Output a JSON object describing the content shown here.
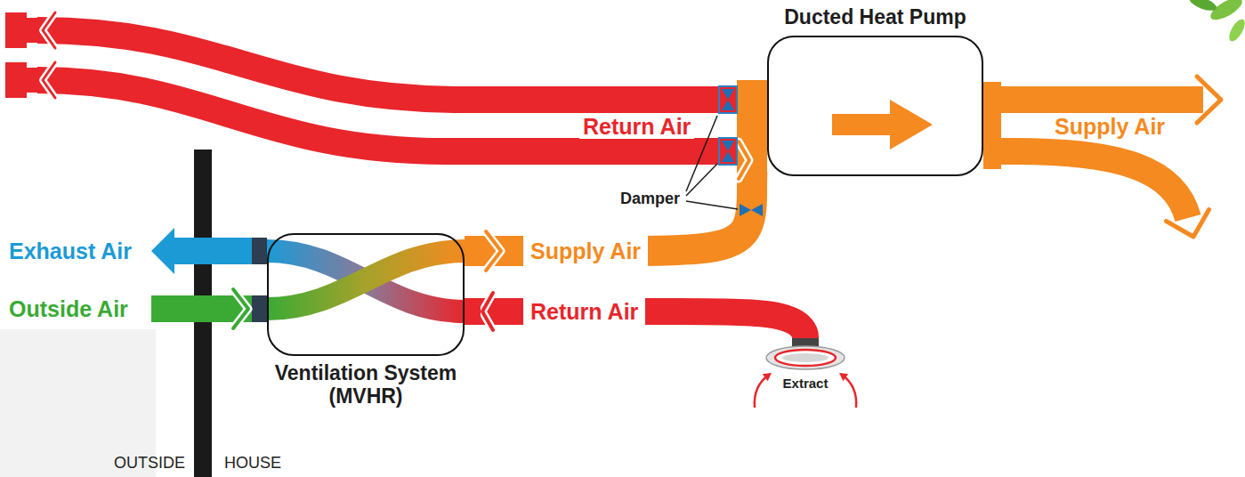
{
  "diagram": {
    "nodes": [
      {
        "text": [
          "Ducted Heat Pump"
        ]
      },
      {
        "text": [
          "Ventilation System (MVHR)"
        ]
      },
      {
        "text": [
          "Extract"
        ]
      }
    ],
    "edges": [
      {
        "from": 1,
        "to": 0,
        "arrow": "to",
        "label": "Supply Air"
      },
      {
        "from": 2,
        "to": 1,
        "arrow": "to",
        "label": "Return Air"
      }
    ],
    "labels": [
      "Return Air",
      "Supply Air",
      "Exhaust Air",
      "Outside Air",
      "Damper",
      "OUTSIDE",
      "HOUSE"
    ]
  }
}
